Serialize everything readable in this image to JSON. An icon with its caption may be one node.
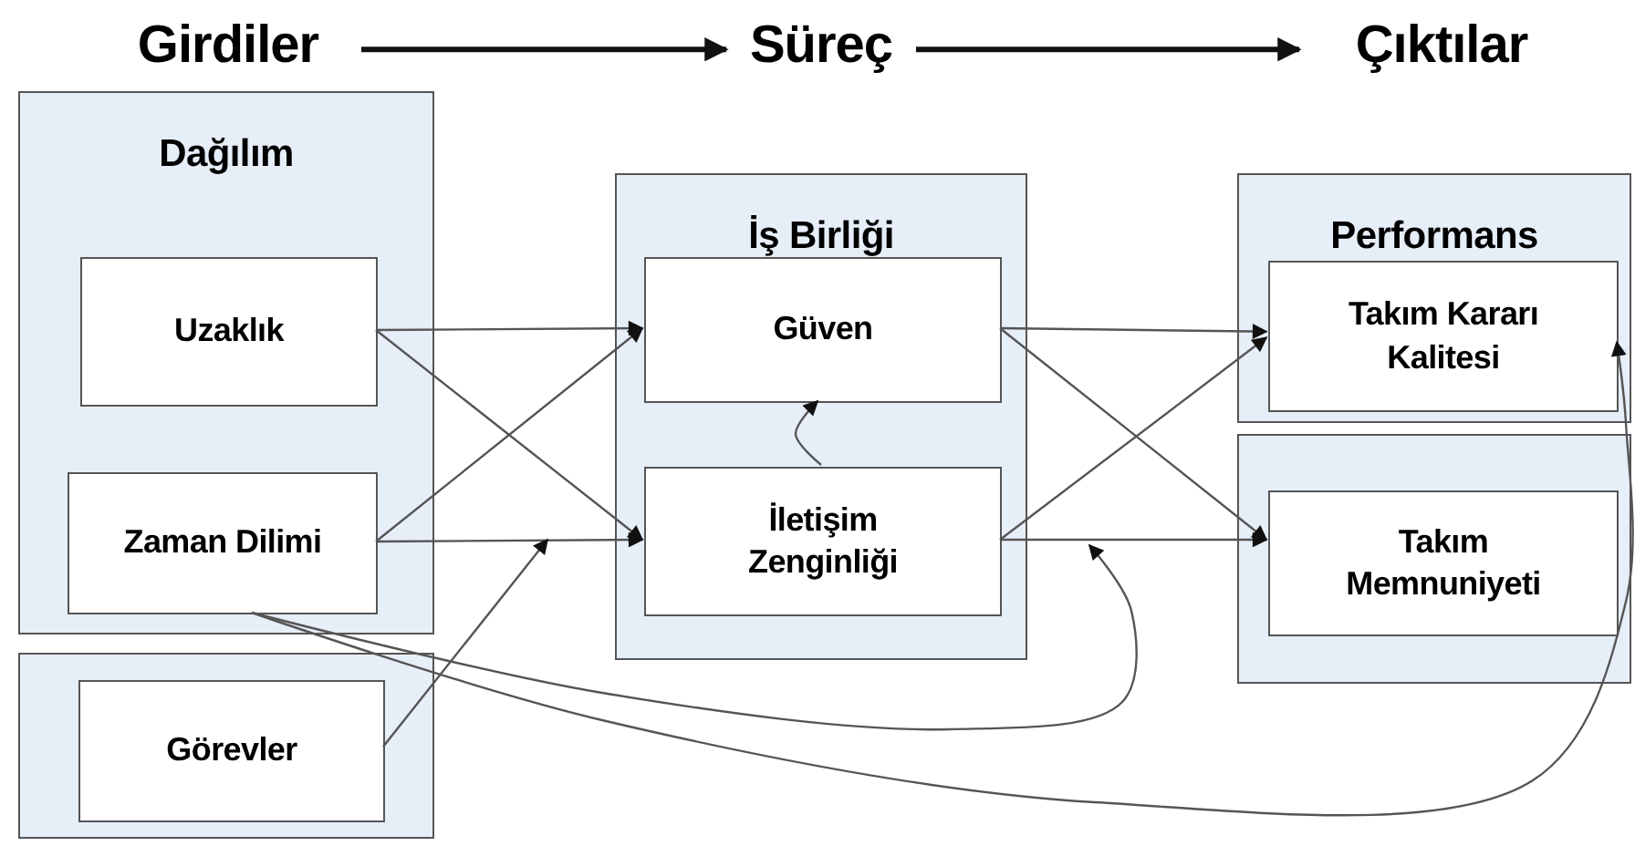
{
  "diagram": {
    "nodes": [
      {
        "text": [
          "Girdiler"
        ]
      },
      {
        "text": [
          "Süreç"
        ]
      },
      {
        "text": [
          "Çıktılar"
        ]
      },
      {
        "text": [
          "Dağılım"
        ]
      },
      {
        "text": [
          "Uzaklık"
        ],
        "in": 3
      },
      {
        "text": [
          "Zaman Dilimi"
        ],
        "in": 3
      },
      {
        "text": [],
        "shape": "box"
      },
      {
        "text": [
          "Görevler"
        ],
        "in": 6
      },
      {
        "text": [
          "İş Birliği"
        ]
      },
      {
        "text": [
          "Güven"
        ],
        "in": 8
      },
      {
        "text": [
          "İletişim Zenginliği"
        ],
        "in": 8
      },
      {
        "text": [
          "Performans"
        ]
      },
      {
        "text": [
          "Takım Kararı Kalitesi"
        ],
        "in": 11
      },
      {
        "text": [],
        "shape": "box"
      },
      {
        "text": [
          "Takım Memnuniyeti"
        ],
        "in": 13
      }
    ],
    "edges": [
      {
        "from": 0,
        "to": 1,
        "arrow": "to",
        "style": "thick"
      },
      {
        "from": 1,
        "to": 2,
        "arrow": "to",
        "style": "thick"
      },
      {
        "from": 4,
        "to": 9,
        "arrow": "to"
      },
      {
        "from": 4,
        "to": 10,
        "arrow": "to"
      },
      {
        "from": 5,
        "to": 9,
        "arrow": "to"
      },
      {
        "from": 5,
        "to": 10,
        "arrow": "to"
      },
      {
        "from": 10,
        "to": 9,
        "arrow": "to"
      },
      {
        "from": 7,
        "to": null,
        "arrow": "to"
      },
      {
        "from": 9,
        "to": 12,
        "arrow": "to"
      },
      {
        "from": 9,
        "to": 14,
        "arrow": "to"
      },
      {
        "from": 10,
        "to": 12,
        "arrow": "to"
      },
      {
        "from": 10,
        "to": 14,
        "arrow": "to"
      },
      {
        "from": 5,
        "to": null,
        "arrow": "to"
      },
      {
        "from": 5,
        "to": 12,
        "arrow": "to"
      }
    ]
  }
}
